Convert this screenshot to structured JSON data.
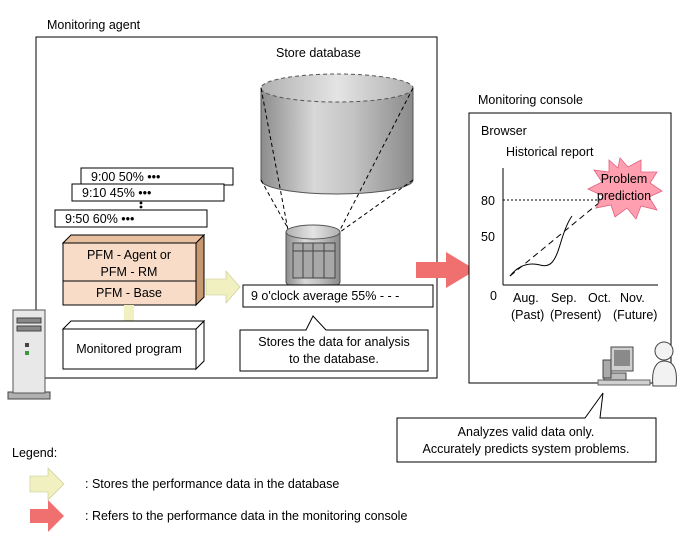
{
  "agent": {
    "title": "Monitoring agent",
    "store_db_label": "Store database",
    "records": [
      "9:00  50% •••",
      "9:10  45% •••",
      "9:50  60% •••"
    ],
    "vertical_ellipsis": "•\n•\n•",
    "pfm_agent_line1": "PFM - Agent or",
    "pfm_agent_line2": "PFM - RM",
    "pfm_base": "PFM - Base",
    "monitored_program": "Monitored program",
    "average_record": "9 o'clock average  55%  - - -",
    "callout_line1": "Stores the data for analysis",
    "callout_line2": "to the database."
  },
  "console": {
    "title": "Monitoring console",
    "browser_label": "Browser",
    "report_label": "Historical report",
    "problem_line1": "Problem",
    "problem_line2": "prediction",
    "y_ticks": [
      "80",
      "50",
      "0"
    ],
    "x_months": [
      "Aug.",
      "Sep.",
      "Oct.",
      "Nov."
    ],
    "x_periods": [
      "(Past)",
      "(Present)",
      "(Future)"
    ],
    "callout_line1": "Analyzes valid data only.",
    "callout_line2": "Accurately predicts system problems."
  },
  "legend": {
    "title": "Legend:",
    "store_text": ": Stores the performance data in the database",
    "refer_text": ": Refers to the performance data in the monitoring console"
  },
  "colors": {
    "store_arrow": "#f0f0c0",
    "refer_arrow": "#f07070",
    "pfm_box": "#f8dcc8",
    "pfm_side": "#c89870",
    "burst": "#ff9fb0",
    "db_gray": "#b8b8b8"
  }
}
